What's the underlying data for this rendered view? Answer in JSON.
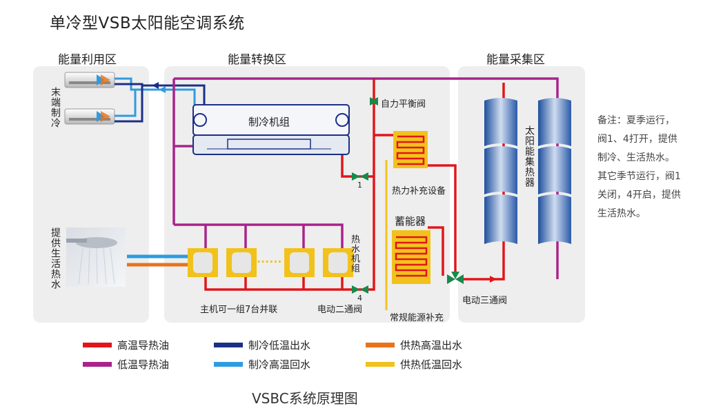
{
  "title": "单冷型VSB太阳能空调系统",
  "zones": {
    "use": "能量利用区",
    "convert": "能量转换区",
    "collect": "能量采集区"
  },
  "labels": {
    "terminal_cooling": "末端制冷",
    "hot_water_supply": "提供生活热水",
    "chiller": "制冷机组",
    "self_balancing_valve": "自力平衡阀",
    "valve1": "1",
    "valve4": "4",
    "thermal_supplement": "热力补充设备",
    "accumulator": "蓄能器",
    "solar_collector": "太阳能集热器",
    "hot_water_unit": "热水机组",
    "host_group": "主机可一组7台并联",
    "electric_two_way": "电动二通阀",
    "conventional_energy": "常规能源补充",
    "electric_three_way": "电动三通阀",
    "dots": "......"
  },
  "note": {
    "line1": "备注：夏季运行，",
    "line2": "阀1、4打开，提供",
    "line3": "制冷、生活热水。",
    "line4": "其它季节运行，阀1",
    "line5": "关闭，4开启，提供",
    "line6": "生活热水。"
  },
  "legend": [
    {
      "label": "高温导热油",
      "color": "#e0161b"
    },
    {
      "label": "制冷低温出水",
      "color": "#1b2f86"
    },
    {
      "label": "供热高温出水",
      "color": "#e8731a"
    },
    {
      "label": "低温导热油",
      "color": "#a8238b"
    },
    {
      "label": "制冷高温回水",
      "color": "#2f9be0"
    },
    {
      "label": "供热低温回水",
      "color": "#f2c21c"
    }
  ],
  "footer": "VSBC系统原理图"
}
